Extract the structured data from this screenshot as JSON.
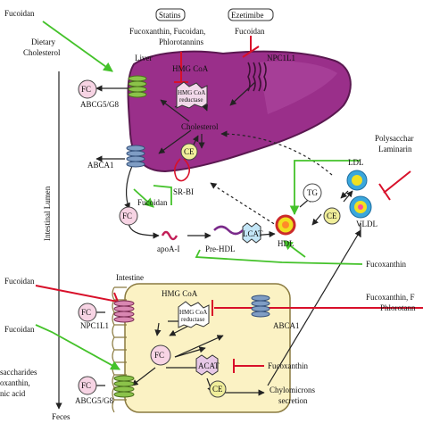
{
  "colors": {
    "liver_fill": "#9a2f8a",
    "liver_stroke": "#5a1850",
    "intestine_fill": "#fbf2c4",
    "intestine_stroke": "#8a7a40",
    "transporter_green": "#6c9c2e",
    "transporter_blue": "#5d7ea8",
    "npc_pink": "#c86a9a",
    "fc_circle": "#f7d4e4",
    "ce_circle": "#f0ee9a",
    "green_arrow": "#44c22a",
    "red_inhibit": "#d8102a",
    "lipoprotein_blue": "#3aa7dc",
    "lipoprotein_yellow": "#f0e020"
  },
  "labels": {
    "statins": "Statins",
    "ezetimibe": "Ezetimibe",
    "fucoidan_top_left": "Fucoidan",
    "statin_like": "Fucoxanthin, Fucoidan,",
    "statin_like_2": "Phlorotannins",
    "fucoidan_top_right": "Fucoidan",
    "dietary_1": "Dietary",
    "dietary_2": "Cholesterol",
    "liver": "Liver",
    "hmgcoa_liver": "HMG CoA",
    "npc1l1_liver": "NPC1L1",
    "reductase_liver_1": "HMG CoA",
    "reductase_liver_2": "reductase",
    "abcg5g8_liver": "ABCG5/G8",
    "fc_liver": "FC",
    "cholesterol": "Cholesterol",
    "polysacch_1": "Polysacchar",
    "polysacch_2": "Laminarin",
    "abca1_liver": "ABCA1",
    "ce_liver": "CE",
    "intestinal_lumen": "Intestinal Lumen",
    "ldl": "LDL",
    "srb1": "SR-BI",
    "fucoidan_mid": "Fucoidan",
    "tg": "TG",
    "fc_mid": "FC",
    "ce_mid": "CE",
    "vldl": "VLDL",
    "apoa1": "apoA-I",
    "prehdl": "Pre-HDL",
    "lcat": "LCAT",
    "hdl": "HDL",
    "fucoxanthin_mid": "Fucoxanthin",
    "intestine": "Intestine",
    "fucoidan_left_1": "Fucoidan",
    "hmgcoa_int": "HMG CoA",
    "reductase_int_1": "HMG CoA",
    "reductase_int_2": "reductase",
    "fuco_right_1": "Fucoxanthin, F",
    "fuco_right_2": "Phlorotann",
    "fc_int_left": "FC",
    "npc1l1_int": "NPC1L1",
    "abca1_int": "ABCA1",
    "fucoidan_left_2": "Fucoidan",
    "fc_int_center": "FC",
    "acat": "ACAT",
    "fucoxanthin_int": "Fucoxanthin",
    "saccharides": "saccharides",
    "xanthin": "oxanthin,",
    "acid": "nic acid",
    "fc_int_bottom": "FC",
    "abcg5g8_int": "ABCG5/G8",
    "ce_int": "CE",
    "chylo_1": "Chylomicrons",
    "chylo_2": "secretion",
    "feces": "Feces"
  }
}
